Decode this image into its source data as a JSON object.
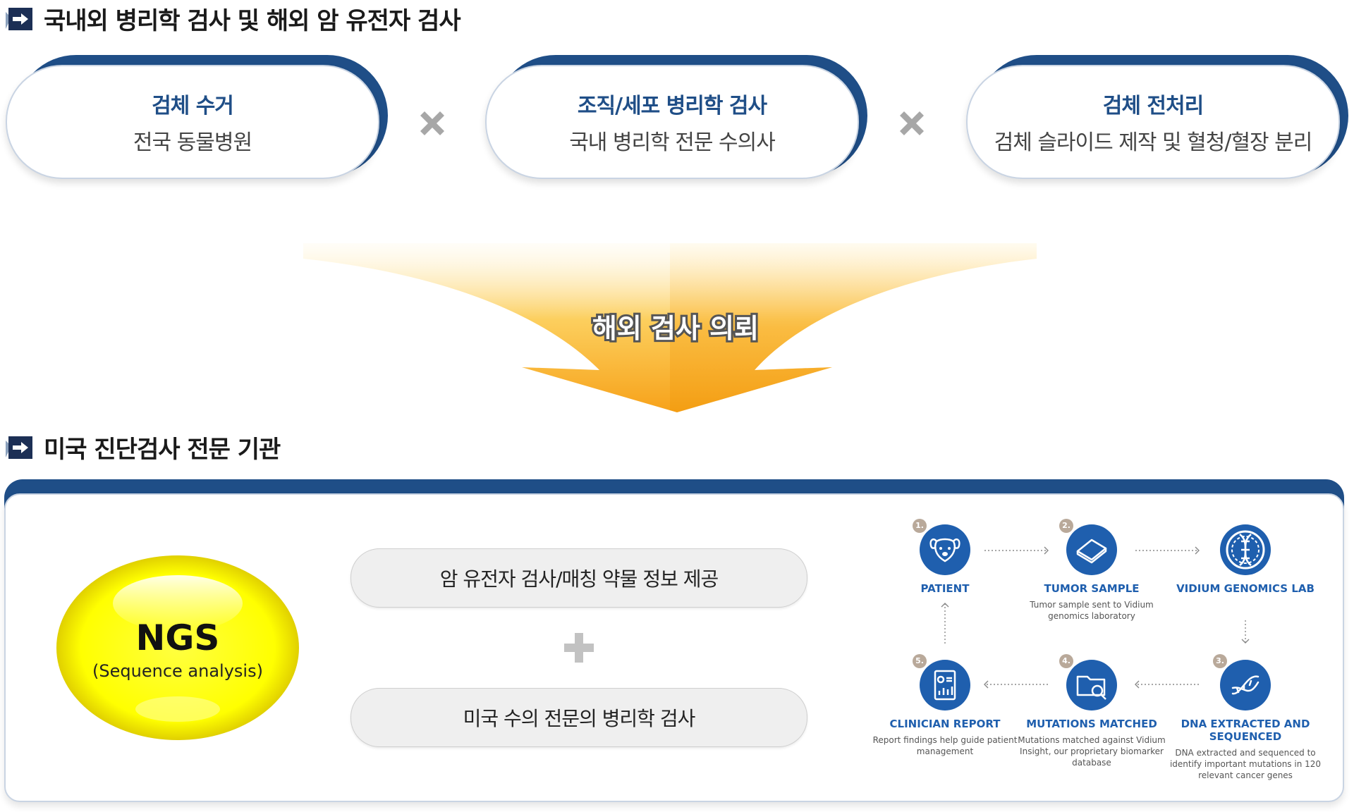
{
  "section1": {
    "title": "국내외 병리학 검사 및 해외 암 유전자 검사"
  },
  "pills": [
    {
      "title": "검체 수거",
      "subtitle": "전국 동물병원"
    },
    {
      "title": "조직/세포 병리학 검사",
      "subtitle": "국내 병리학 전문 수의사"
    },
    {
      "title": "검체 전처리",
      "subtitle": "검체 슬라이드 제작 및 혈청/혈장 분리"
    }
  ],
  "arrow_label": "해외 검사 의뢰",
  "section2": {
    "title": "미국 진단검사 전문 기관"
  },
  "ngs": {
    "title": "NGS",
    "subtitle": "(Sequence analysis)"
  },
  "services": [
    "암 유전자 검사/매칭 약물 정보 제공",
    "미국 수의 전문의  병리학 검사"
  ],
  "workflow": [
    {
      "num": "1.",
      "label": "PATIENT",
      "desc": "",
      "icon": "dog-icon"
    },
    {
      "num": "2.",
      "label": "TUMOR SAMPLE",
      "desc": "Tumor sample sent to Vidium genomics laboratory",
      "icon": "slide-icon"
    },
    {
      "num": "",
      "label": "VIDIUM GENOMICS LAB",
      "desc": "",
      "icon": "dna-logo-icon"
    },
    {
      "num": "3.",
      "label": "DNA EXTRACTED AND SEQUENCED",
      "desc": "DNA extracted and sequenced to identify important mutations in 120 relevant cancer genes",
      "icon": "dna-icon"
    },
    {
      "num": "4.",
      "label": "MUTATIONS MATCHED",
      "desc": "Mutations matched against Vidium Insight, our proprietary biomarker database",
      "icon": "folder-search-icon"
    },
    {
      "num": "5.",
      "label": "CLINICIAN REPORT",
      "desc": "Report findings help guide patient management",
      "icon": "report-icon"
    }
  ],
  "colors": {
    "navy": "#1f4e87",
    "workflow_blue": "#1f5fae",
    "ngs_yellow": "#ffff00",
    "arrow_orange": "#f7a21a"
  }
}
